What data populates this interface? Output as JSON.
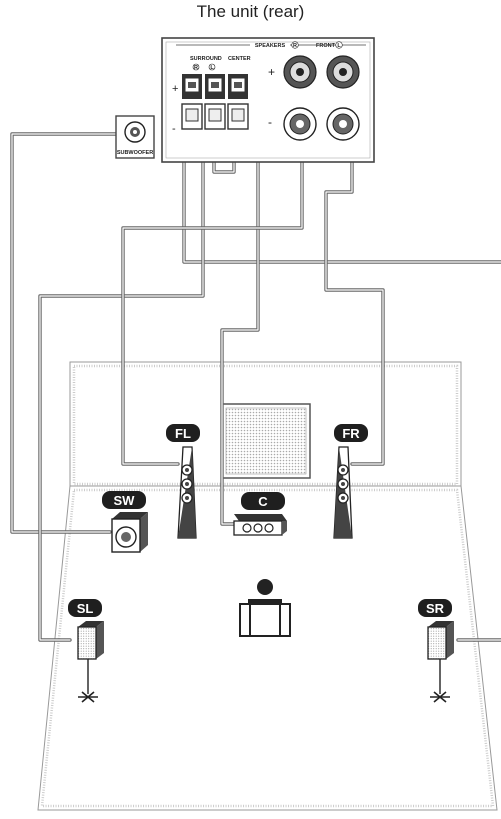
{
  "title": "The unit (rear)",
  "panel": {
    "speakers_label": "SPEAKERS",
    "surround_label": "SURROUND",
    "center_label": "CENTER",
    "front_label": "FRONT",
    "right_mark": "R",
    "left_mark": "L",
    "plus_mark": "+",
    "minus_mark": "-",
    "subwoofer_label": "SUBWOOFER"
  },
  "speakers": {
    "front_left": "FL",
    "front_right": "FR",
    "center": "C",
    "subwoofer": "SW",
    "surround_left": "SL",
    "surround_right": "SR"
  },
  "colors": {
    "cable": "#666666",
    "label_bg": "#1f1f1f",
    "screen_hatch": "#bdbdbd"
  }
}
